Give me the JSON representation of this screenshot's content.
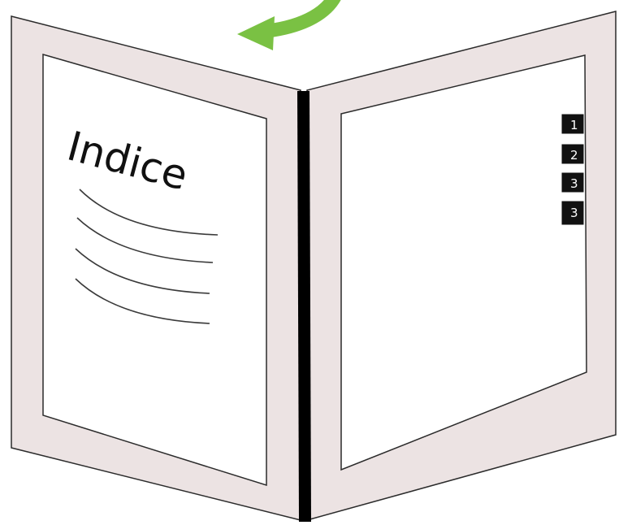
{
  "colors": {
    "cover": "#ece3e3",
    "cover_outline": "#2b2b2b",
    "page": "#ffffff",
    "spine": "#000000",
    "arrow": "#7ac143",
    "tab": "#111111",
    "tab_text": "#ffffff"
  },
  "left_page": {
    "title": "Indice",
    "text_line_count": 4
  },
  "right_page": {
    "tabs": [
      "1",
      "2",
      "3",
      "3"
    ]
  },
  "icons": {
    "arrow": "curved-arrow-icon"
  }
}
